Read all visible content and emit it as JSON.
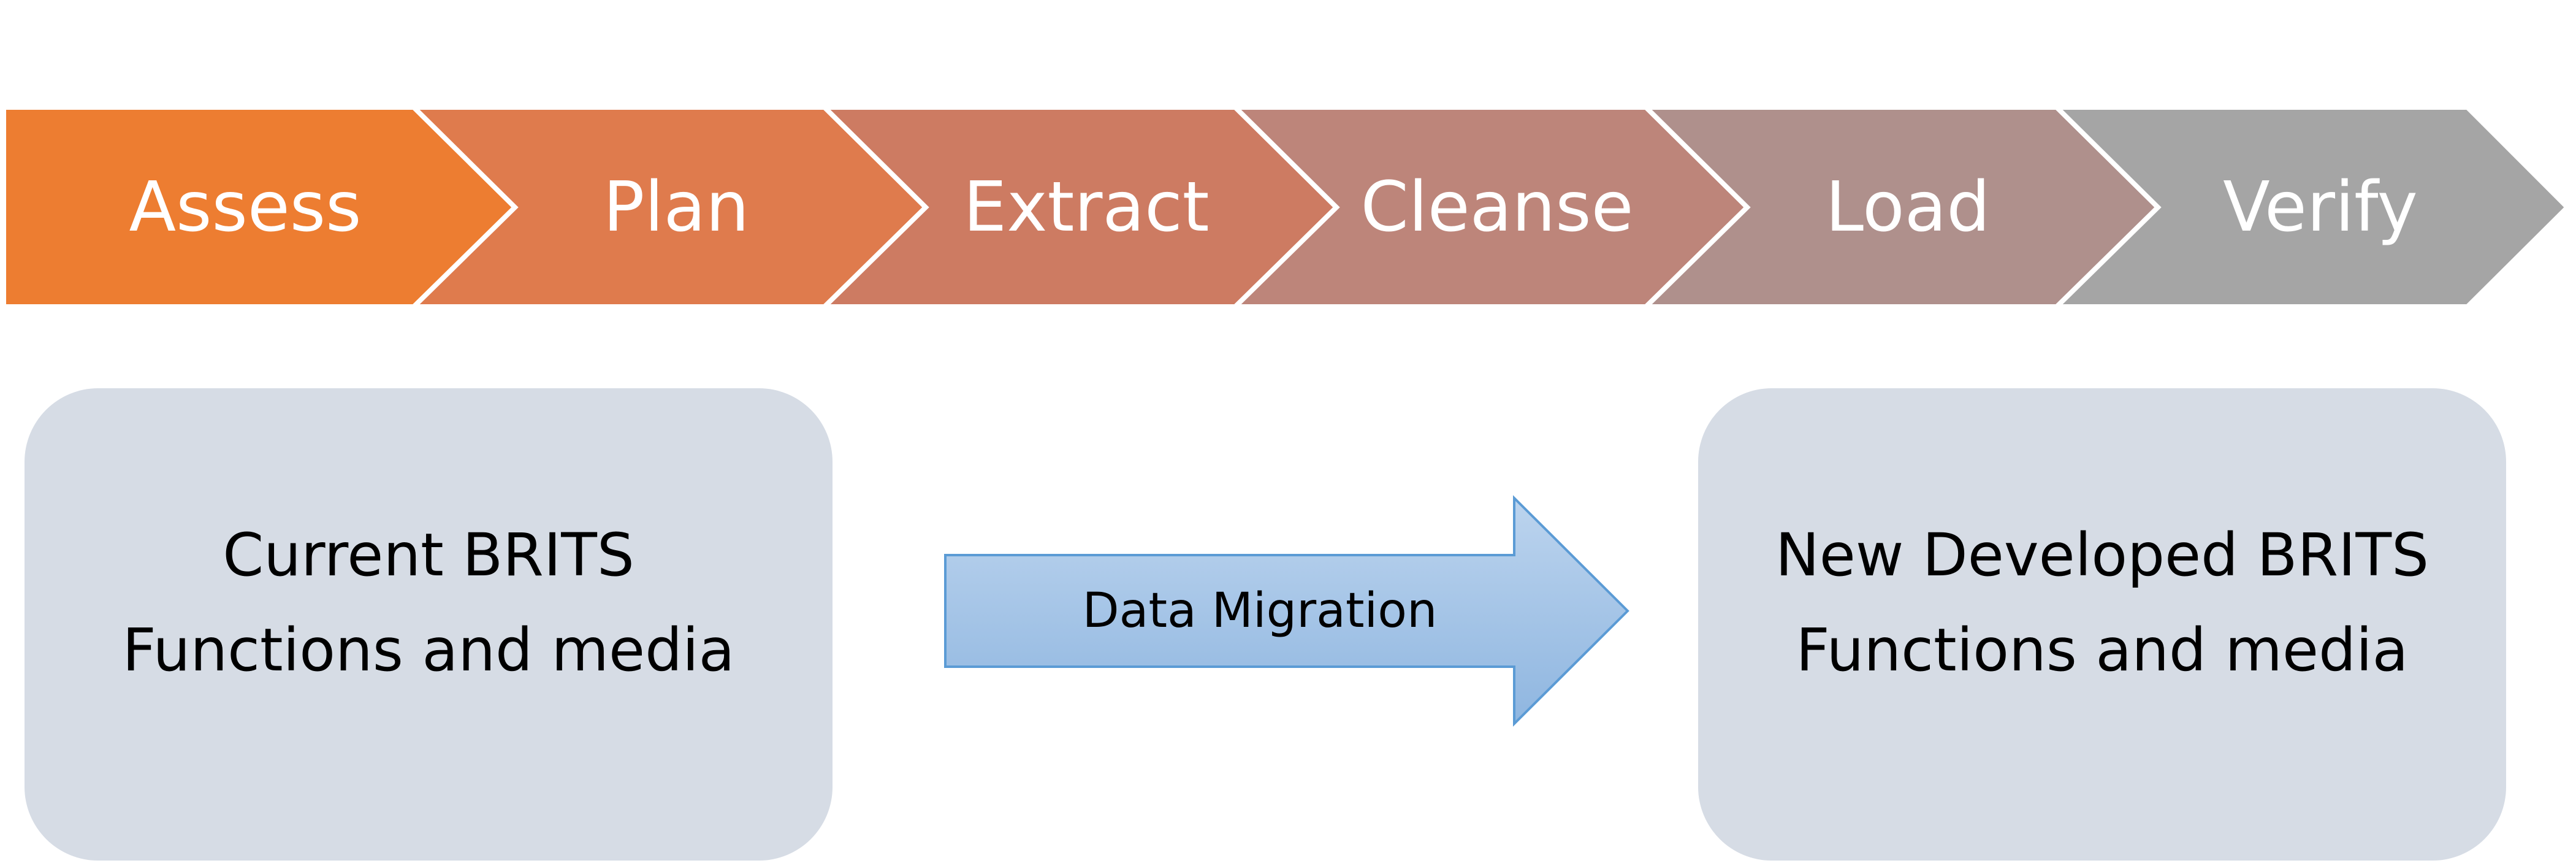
{
  "process": {
    "steps": [
      {
        "label": "Assess",
        "color": "#ED7D31"
      },
      {
        "label": "Plan",
        "color": "#DF7B4D"
      },
      {
        "label": "Extract",
        "color": "#CD7B62"
      },
      {
        "label": "Cleanse",
        "color": "#BD857A"
      },
      {
        "label": "Load",
        "color": "#AF908C"
      },
      {
        "label": "Verify",
        "color": "#A5A5A5"
      }
    ]
  },
  "source_box": {
    "line1": "Current BRITS",
    "line2": "Functions and media",
    "fill": "#D6DCE5"
  },
  "migration_arrow": {
    "label": "Data Migration",
    "fill_top": "#BCD4EE",
    "fill_bottom": "#8FB6E0",
    "stroke": "#5B9BD5"
  },
  "target_box": {
    "line1": "New Developed BRITS",
    "line2": "Functions and media",
    "fill": "#D6DCE5"
  }
}
